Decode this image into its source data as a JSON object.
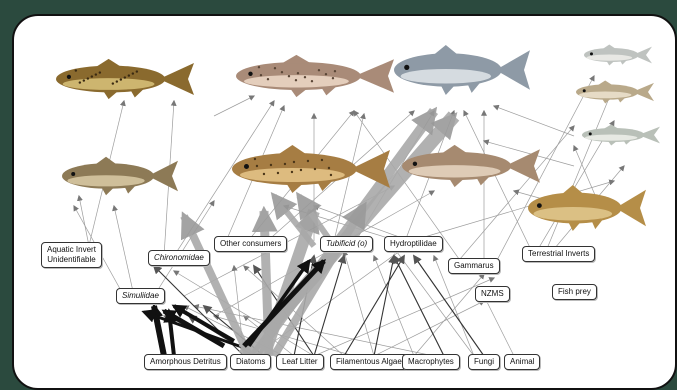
{
  "diagram": {
    "nodes": [
      {
        "id": "aquatic",
        "lines": [
          "Aquatic Invert",
          "Unidentifiable"
        ],
        "italic": false
      },
      {
        "id": "chiro",
        "lines": [
          "Chironomidae"
        ],
        "italic": true
      },
      {
        "id": "other",
        "lines": [
          "Other consumers"
        ],
        "italic": false
      },
      {
        "id": "tubificid",
        "lines": [
          "Tubificid (o)"
        ],
        "italic": true
      },
      {
        "id": "hydro",
        "lines": [
          "Hydroptilidae"
        ],
        "italic": false
      },
      {
        "id": "gammarus",
        "lines": [
          "Gammarus"
        ],
        "italic": false
      },
      {
        "id": "terr",
        "lines": [
          "Terrestrial Inverts"
        ],
        "italic": false
      },
      {
        "id": "simul",
        "lines": [
          "Simuliidae"
        ],
        "italic": true
      },
      {
        "id": "nzms",
        "lines": [
          "NZMS"
        ],
        "italic": false
      },
      {
        "id": "fishprey",
        "lines": [
          "Fish prey"
        ],
        "italic": false
      },
      {
        "id": "amorph",
        "lines": [
          "Amorphous Detritus"
        ],
        "italic": false
      },
      {
        "id": "diatoms",
        "lines": [
          "Diatoms"
        ],
        "italic": false
      },
      {
        "id": "leaf",
        "lines": [
          "Leaf Litter"
        ],
        "italic": false
      },
      {
        "id": "fila",
        "lines": [
          "Filamentous Algae"
        ],
        "italic": false
      },
      {
        "id": "macro",
        "lines": [
          "Macrophytes"
        ],
        "italic": false
      },
      {
        "id": "fungi",
        "lines": [
          "Fungi"
        ],
        "italic": false
      },
      {
        "id": "animal",
        "lines": [
          "Animal"
        ],
        "italic": false
      }
    ],
    "fish": [
      {
        "id": "brown-trout",
        "name": "brown-trout",
        "body": "#8a6a2e",
        "belly": "#d8c27a",
        "spots": "#3a2a12"
      },
      {
        "id": "rainbow-trout",
        "name": "rainbow-trout",
        "body": "#a98b78",
        "belly": "#efd9c8",
        "spots": "#5a4636"
      },
      {
        "id": "whitefish",
        "name": "whitefish",
        "body": "#8e9aa6",
        "belly": "#e2e6ea",
        "spots": ""
      },
      {
        "id": "minnow-1",
        "name": "minnow-1",
        "body": "#bfc3c0",
        "belly": "#eeeeea",
        "spots": ""
      },
      {
        "id": "minnow-2",
        "name": "minnow-2",
        "body": "#b9a98a",
        "belly": "#ede4d0",
        "spots": ""
      },
      {
        "id": "minnow-3",
        "name": "minnow-3",
        "body": "#b9c0b8",
        "belly": "#eef0ea",
        "spots": ""
      },
      {
        "id": "chub",
        "name": "chub",
        "body": "#8d7a56",
        "belly": "#dacba6",
        "spots": ""
      },
      {
        "id": "cutthroat-trout",
        "name": "cutthroat-trout",
        "body": "#a67d43",
        "belly": "#e6c58a",
        "spots": "#4a3518"
      },
      {
        "id": "sucker",
        "name": "sucker",
        "body": "#a68a70",
        "belly": "#e8d6c2",
        "spots": ""
      },
      {
        "id": "carp",
        "name": "carp",
        "body": "#b58e48",
        "belly": "#e2c98f",
        "spots": ""
      }
    ]
  }
}
